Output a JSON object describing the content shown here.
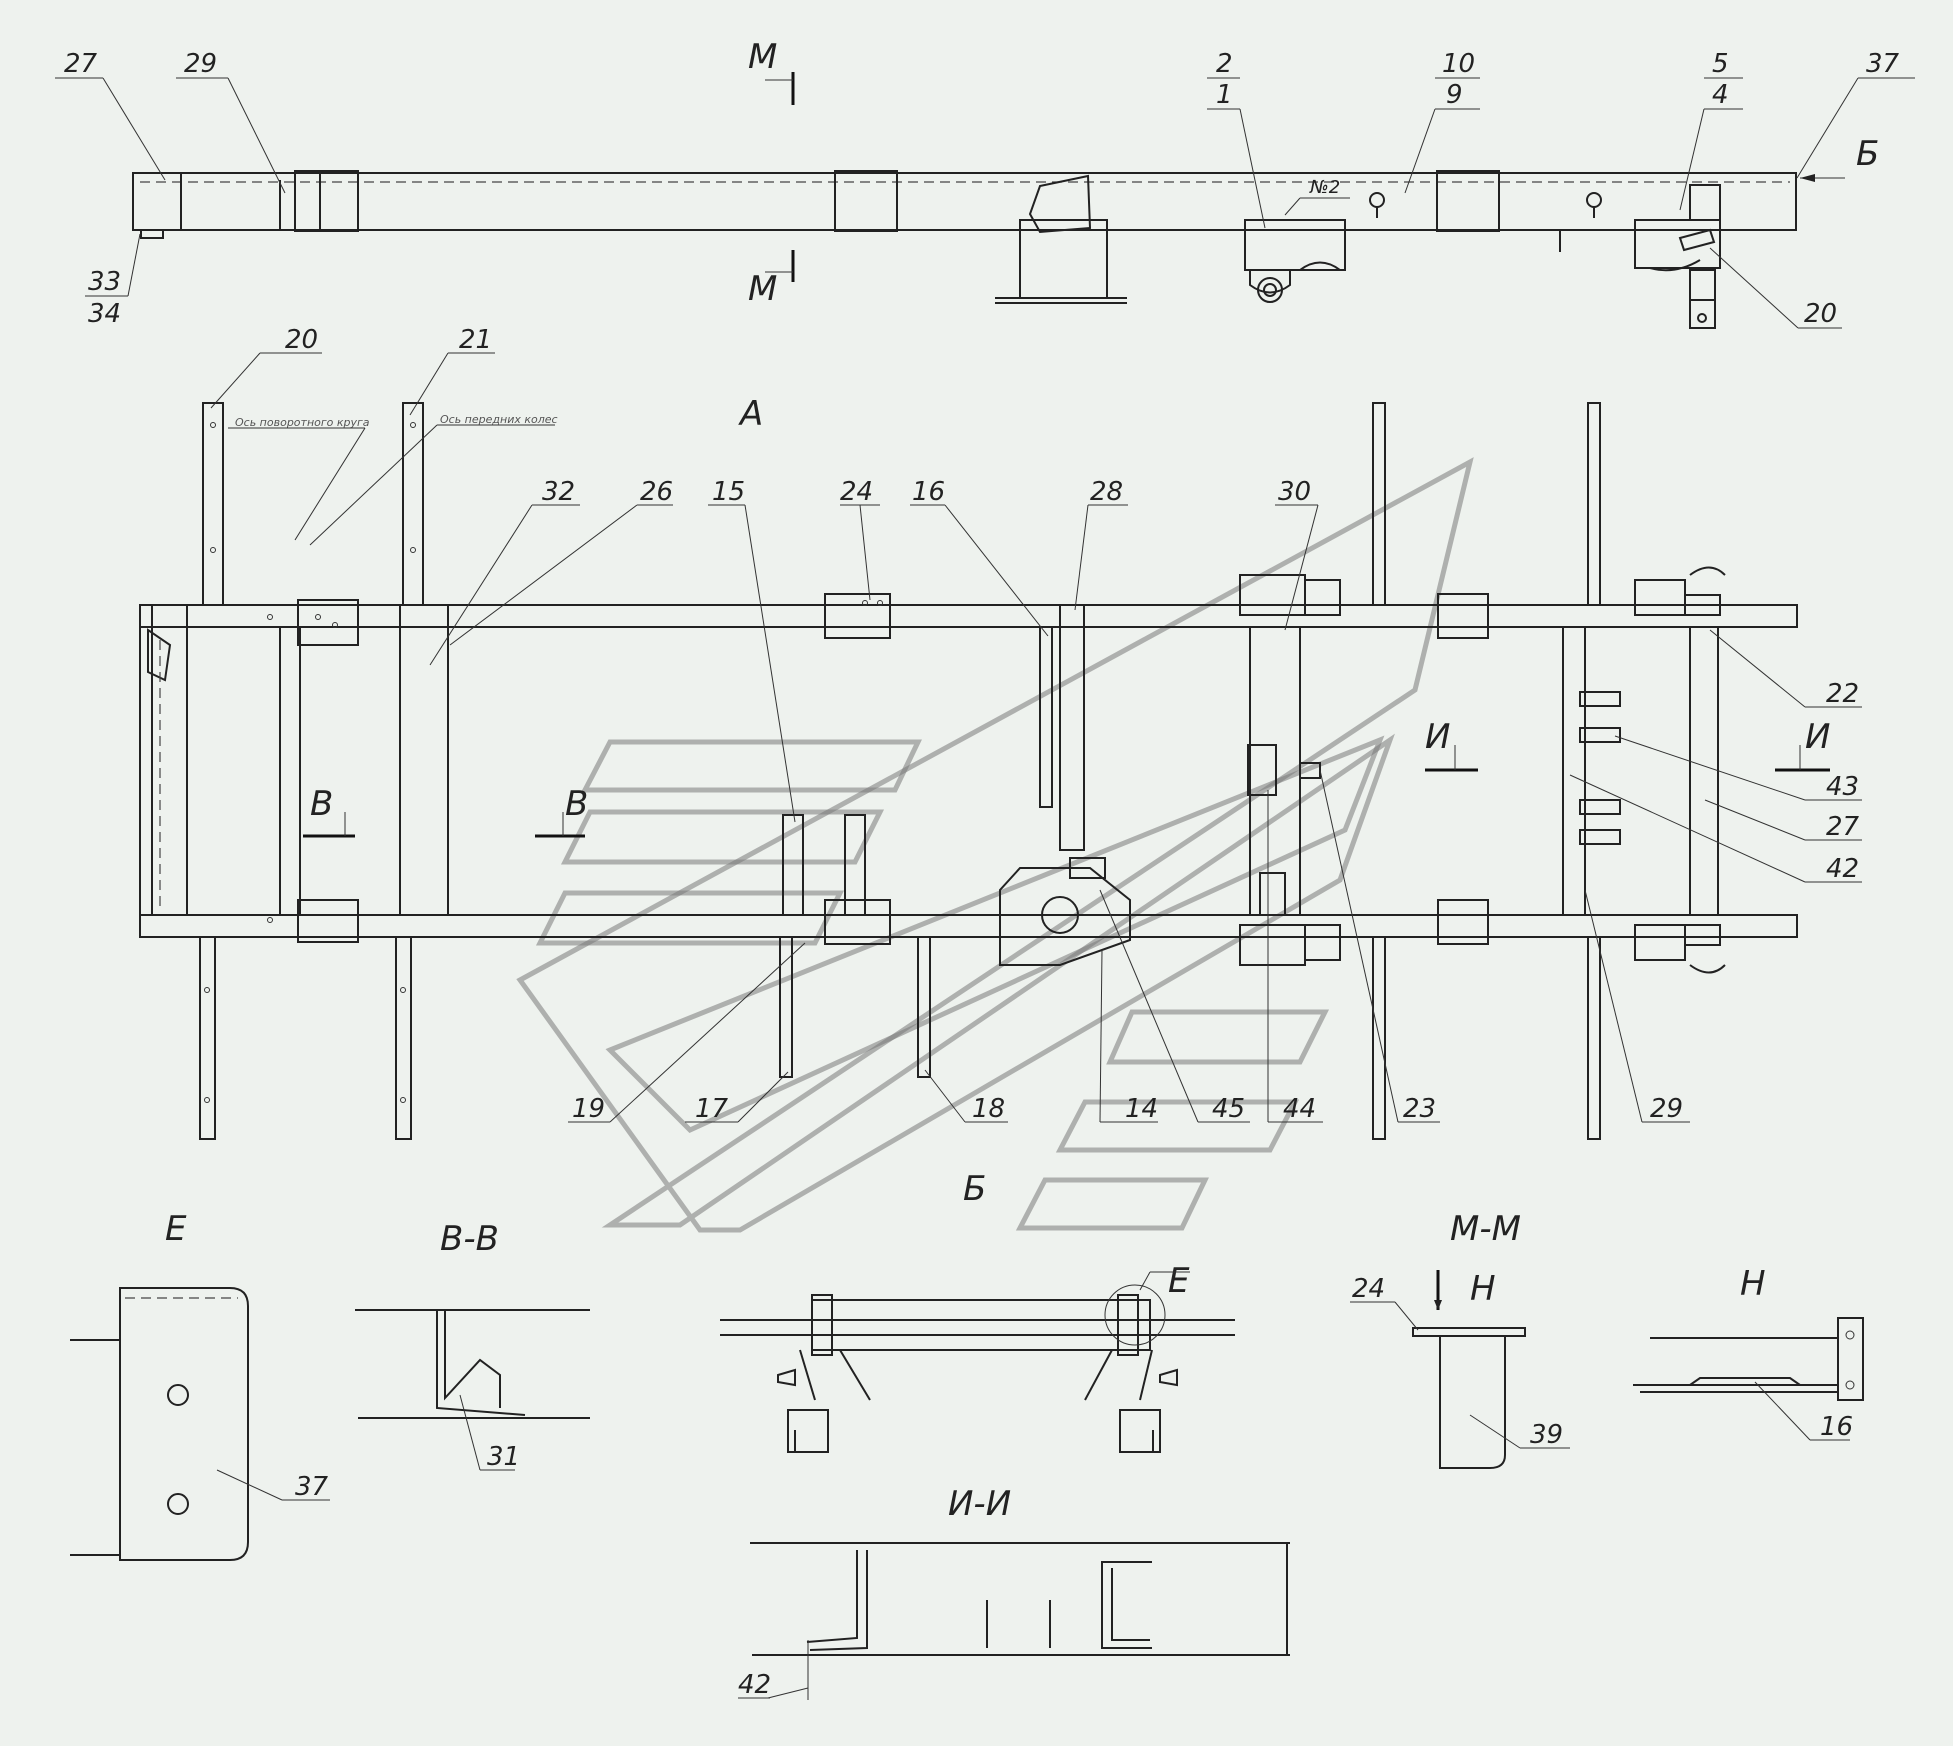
{
  "views": {
    "A": "А",
    "B": "Б",
    "E": "Е",
    "VV": "В-В",
    "MM": "М-М",
    "H": "Н",
    "II": "И-И"
  },
  "markers": {
    "M": "М",
    "B": "Б",
    "V": "В",
    "I": "И",
    "H": "Н"
  },
  "stamp": "№2",
  "notes": {
    "turntable_axis": "Ось поворотного круга",
    "front_axle": "Ось передних колес"
  },
  "callouts": {
    "side_view": [
      "27",
      "29",
      "33",
      "34",
      "2",
      "1",
      "10",
      "9",
      "5",
      "4",
      "37",
      "20"
    ],
    "plan_view": [
      "20",
      "21",
      "32",
      "26",
      "15",
      "24",
      "16",
      "28",
      "30",
      "22",
      "43",
      "27",
      "42",
      "29",
      "23",
      "44",
      "45",
      "14",
      "18",
      "17",
      "19"
    ],
    "detail_e": "37",
    "section_vv": "31",
    "section_mm": [
      "24",
      "39"
    ],
    "view_h": "16",
    "section_ii": "42"
  }
}
